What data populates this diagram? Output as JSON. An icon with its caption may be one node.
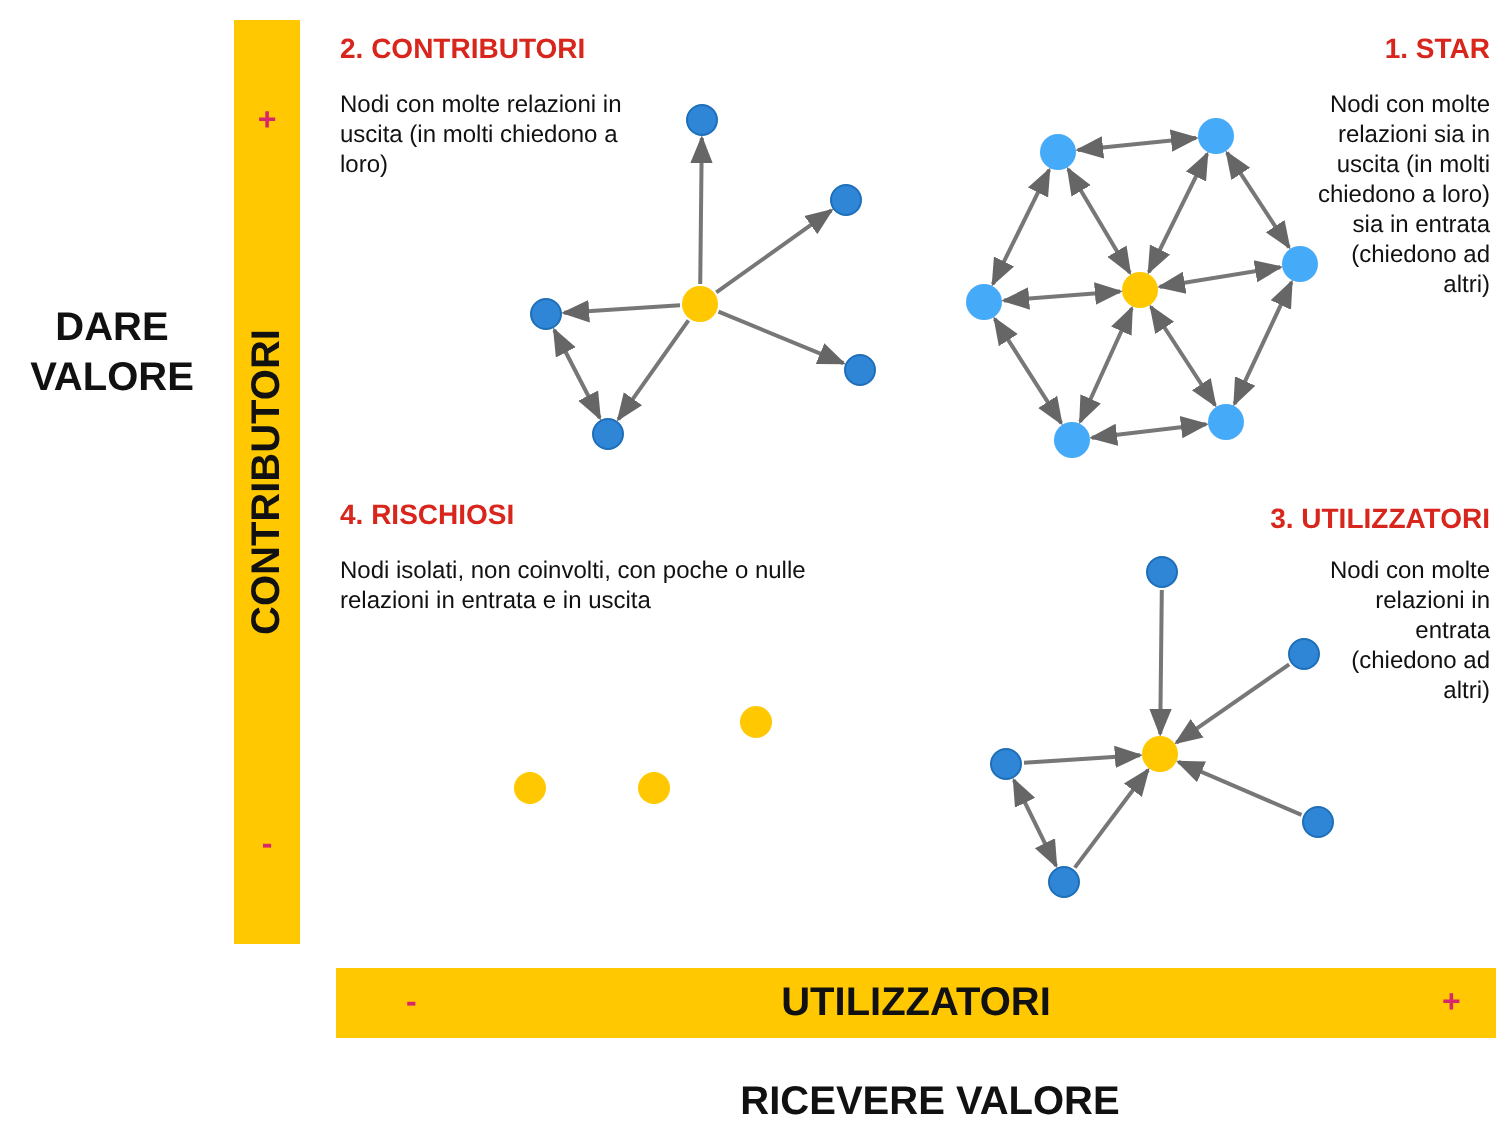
{
  "diagram": {
    "nodes": [
      {
        "text": [
          "+",
          "CONTRIBUTORI",
          "-"
        ]
      },
      {
        "text": [
          "-",
          "UTILIZZATORI",
          "+"
        ]
      },
      {
        "text": [],
        "shape": "circle"
      },
      {
        "text": [],
        "shape": "circle"
      },
      {
        "text": [],
        "shape": "circle"
      },
      {
        "text": [],
        "shape": "circle"
      },
      {
        "text": [],
        "shape": "circle"
      },
      {
        "text": [],
        "shape": "circle"
      },
      {
        "text": [],
        "shape": "circle"
      },
      {
        "text": [],
        "shape": "circle"
      },
      {
        "text": [],
        "shape": "circle"
      },
      {
        "text": [],
        "shape": "circle"
      },
      {
        "text": [],
        "shape": "circle"
      },
      {
        "text": [],
        "shape": "circle"
      },
      {
        "text": [],
        "shape": "circle"
      },
      {
        "text": [],
        "shape": "circle"
      },
      {
        "text": [],
        "shape": "circle"
      },
      {
        "text": [],
        "shape": "circle"
      },
      {
        "text": [],
        "shape": "circle"
      },
      {
        "text": [],
        "shape": "circle"
      },
      {
        "text": [],
        "shape": "circle"
      },
      {
        "text": [],
        "shape": "circle"
      },
      {
        "text": [],
        "shape": "circle"
      },
      {
        "text": [],
        "shape": "circle"
      }
    ],
    "edges": [
      {
        "from": 2,
        "to": 3,
        "arrow": "to"
      },
      {
        "from": 2,
        "to": 4,
        "arrow": "to"
      },
      {
        "from": 2,
        "to": 5,
        "arrow": "to"
      },
      {
        "from": 2,
        "to": 6,
        "arrow": "to"
      },
      {
        "from": 2,
        "to": 7,
        "arrow": "to"
      },
      {
        "from": 5,
        "to": 7,
        "arrow": "both"
      },
      {
        "from": 8,
        "to": 9,
        "arrow": "both"
      },
      {
        "from": 8,
        "to": 10,
        "arrow": "both"
      },
      {
        "from": 8,
        "to": 11,
        "arrow": "both"
      },
      {
        "from": 8,
        "to": 12,
        "arrow": "both"
      },
      {
        "from": 8,
        "to": 13,
        "arrow": "both"
      },
      {
        "from": 8,
        "to": 14,
        "arrow": "both"
      },
      {
        "from": 9,
        "to": 10,
        "arrow": "both"
      },
      {
        "from": 10,
        "to": 11,
        "arrow": "both"
      },
      {
        "from": 11,
        "to": 12,
        "arrow": "both"
      },
      {
        "from": 12,
        "to": 13,
        "arrow": "both"
      },
      {
        "from": 13,
        "to": 14,
        "arrow": "both"
      },
      {
        "from": 14,
        "to": 9,
        "arrow": "both"
      },
      {
        "from": 16,
        "to": 15,
        "arrow": "to"
      },
      {
        "from": 17,
        "to": 15,
        "arrow": "to"
      },
      {
        "from": 18,
        "to": 15,
        "arrow": "to"
      },
      {
        "from": 19,
        "to": 15,
        "arrow": "to"
      },
      {
        "from": 20,
        "to": 15,
        "arrow": "to"
      },
      {
        "from": 18,
        "to": 20,
        "arrow": "both"
      }
    ],
    "labels": [
      "DARE VALORE",
      "2. CONTRIBUTORI",
      "Nodi con molte relazioni in uscita (in molti chiedono a loro)",
      "1. STAR",
      "Nodi con molte relazioni sia in uscita (in molti chiedono a loro) sia in entrata (chiedono ad altri)",
      "4. RISCHIOSI",
      "Nodi isolati, non coinvolti, con poche o nulle relazioni in entrata e in uscita",
      "3. UTILIZZATORI",
      "Nodi con molte relazioni in entrata (chiedono ad altri)",
      "RICEVERE VALORE"
    ]
  }
}
